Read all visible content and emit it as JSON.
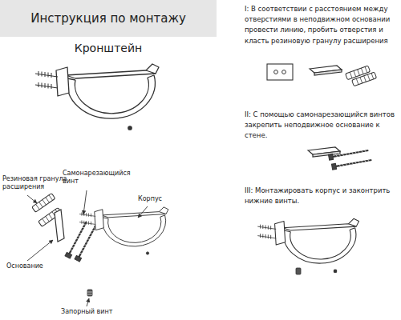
{
  "diagram": {
    "title": "Инструкция по монтажу",
    "labels": [
      "Кронштейн",
      "I: В соответствии с расстоянием между отверстиями в неподвижном основании провести линию, пробить отверстия и класть резиновую гранулу расширения",
      "II: С помощью самонарезающийся винтов закрепить неподвижное основание к стене.",
      "III: Монтажировать корпус и законтрить нижние винты.",
      "Резиновая гранула расширения",
      "Самонарезающийся винт",
      "Корпус",
      "Основание",
      "Запорный винт"
    ]
  }
}
